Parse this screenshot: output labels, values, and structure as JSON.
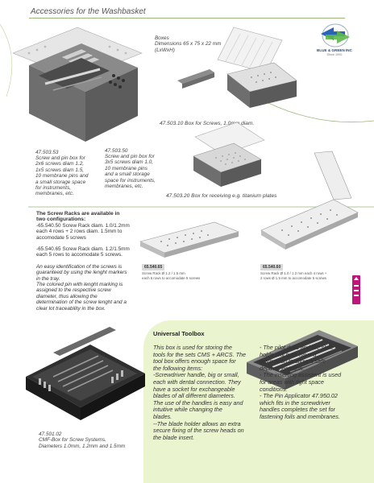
{
  "header": {
    "title": "Accessories for the Washbasket"
  },
  "brand": {
    "name": "BLUE & GREEN INC",
    "tagline": "Since 1992",
    "colors": {
      "blue": "#2a64b8",
      "green": "#5cb84a",
      "accent": "#c0157a",
      "line": "#9ab87a",
      "panel": "#eaf4cf"
    }
  },
  "products": {
    "p47503_53": {
      "code": "47.503.53",
      "desc": [
        "Screw and pin box for",
        "2x6 screws diam 1.2,",
        "1x5 screws diam 1.5,",
        "10 membrane pins and",
        "a small storage space",
        "for instruments,",
        "membranes, etc."
      ]
    },
    "p47503_50": {
      "code": "47.503.50",
      "desc": [
        "Screw and pin box for",
        "3x5 screws diam 1.0,",
        "10 membrane pins",
        "and a small storage",
        "space for instruments,",
        "membranes, etc."
      ]
    },
    "boxes": {
      "lines": [
        "Boxes",
        "Dimensions 65 x 75 x 22 mm",
        "(LxWxH)"
      ]
    },
    "p47503_10": {
      "text": "47.503.10 Box for Screws, 1.0mm diam."
    },
    "p47503_20": {
      "text": "47.503.20 Box for receiving e.g. titanium plates"
    },
    "p47501_02": {
      "lines": [
        "47.501.02",
        "CMF-Box for Screw Systems.",
        "Diameters 1.0mm, 1.2mm and 1.5mm"
      ]
    }
  },
  "racks": {
    "heading": [
      "The Screw Racks are available in",
      "two configurations:"
    ],
    "config1": [
      "-65.540.50 Screw Rack diam. 1.0/1.2mm",
      "each 4 rows + 2 rows diam. 1.5mm to",
      "accomodate 5 screws"
    ],
    "config2": [
      "-65.540.65 Screw Rack diam. 1.2/1.5mm",
      "each 5 rows to accomodate 5 screws."
    ],
    "note": [
      "An easy identification of the screws is",
      "guaranteed by using the lenght markers",
      "in the tray.",
      "The colored pin with lenght marking is",
      "assigned to the respective screw",
      "diameter, thus allowing the",
      "determination of the screw lenght and a",
      "clear lot traceability in the box."
    ],
    "label_65": {
      "code": "65.540.65",
      "desc": [
        "Screw Rack Ø 1.2 / 1.5 mm",
        "each 5 rows to accomodate 5 screws"
      ]
    },
    "label_60": {
      "code": "65.540.60",
      "desc": [
        "Screw Rack Ø 1.0 / 1.2 mm each 4 rows +",
        "2 rows Ø 1.5 mm to accomodate 5 screws"
      ]
    }
  },
  "toolbox": {
    "title": "Universal Toolbox",
    "left": [
      "This box is used for storing the",
      "tools for the sets CMS + ARCS. The",
      "tool box offers enough space for",
      "the following items:",
      "-Screwdriver handle, big or small,",
      "each with dental connection. They",
      "have a socket for exchangeable",
      "blades of all different diameters.",
      "The use of the handles is easy and",
      "intuitive while changing the",
      "blades.",
      "--The blade holder allows an extra",
      "secure fixing of the screw heads on",
      "the blade insert."
    ],
    "right": [
      "- The pilot drills and the slide",
      "holde drill both have a",
      "graduation to allow a safe",
      "depth orientation.",
      "- The inserting assistent is used",
      "for areas with tight space",
      "conditions.",
      "- The Pin Applicator 47.950.02",
      "which fits in the screwdriver",
      "handles completes the set  for",
      "fastening foils and membranes."
    ]
  }
}
